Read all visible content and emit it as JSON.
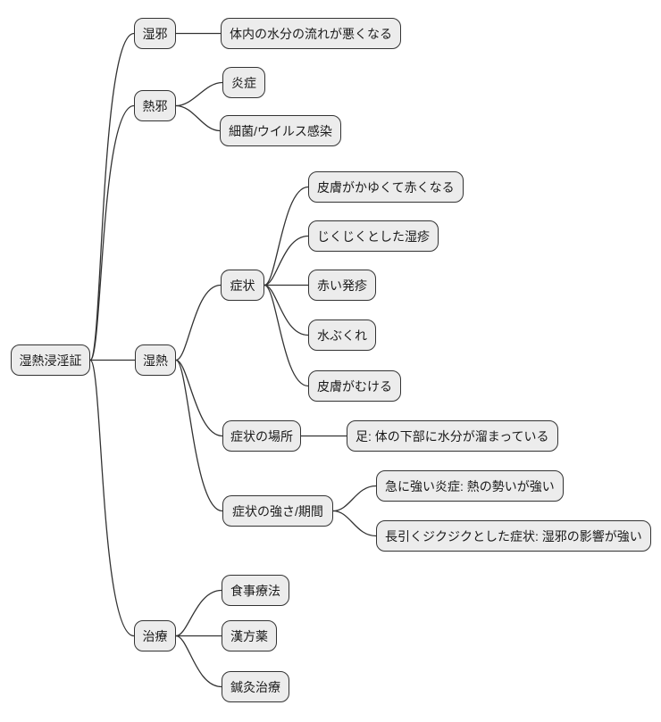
{
  "colors": {
    "background": "#ffffff",
    "node_fill": "#ececec",
    "node_border": "#333333",
    "edge": "#333333",
    "text": "#1a1a1a"
  },
  "diagram": {
    "type": "mindmap",
    "tree": {
      "label": "湿熱浸淫証",
      "children": [
        {
          "label": "湿邪",
          "children": [
            {
              "label": "体内の水分の流れが悪くなる"
            }
          ]
        },
        {
          "label": "熱邪",
          "children": [
            {
              "label": "炎症"
            },
            {
              "label": "細菌/ウイルス感染"
            }
          ]
        },
        {
          "label": "湿熱",
          "children": [
            {
              "label": "症状",
              "children": [
                {
                  "label": "皮膚がかゆくて赤くなる"
                },
                {
                  "label": "じくじくとした湿疹"
                },
                {
                  "label": "赤い発疹"
                },
                {
                  "label": "水ぶくれ"
                },
                {
                  "label": "皮膚がむける"
                }
              ]
            },
            {
              "label": "症状の場所",
              "children": [
                {
                  "label": "足: 体の下部に水分が溜まっている"
                }
              ]
            },
            {
              "label": "症状の強さ/期間",
              "children": [
                {
                  "label": "急に強い炎症: 熱の勢いが強い"
                },
                {
                  "label": "長引くジクジクとした症状: 湿邪の影響が強い"
                }
              ]
            }
          ]
        },
        {
          "label": "治療",
          "children": [
            {
              "label": "食事療法"
            },
            {
              "label": "漢方薬"
            },
            {
              "label": "鍼灸治療"
            }
          ]
        }
      ]
    }
  }
}
